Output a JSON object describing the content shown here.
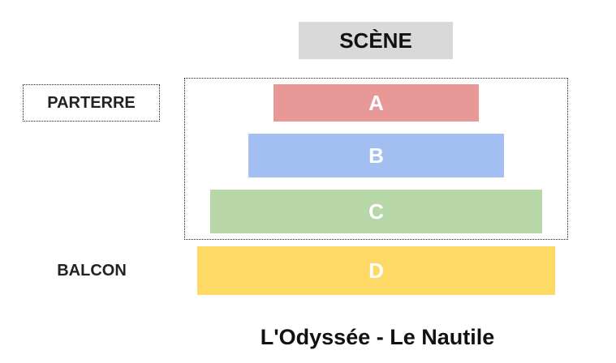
{
  "stage_label": "SCÈNE",
  "zones": {
    "parterre": "PARTERRE",
    "balcon": "BALCON"
  },
  "sections": {
    "a": {
      "label": "A",
      "color": "#e99898"
    },
    "b": {
      "label": "B",
      "color": "#a3bff2"
    },
    "c": {
      "label": "C",
      "color": "#b7d7a8"
    },
    "d": {
      "label": "D",
      "color": "#fed966"
    }
  },
  "venue_title": "L'Odyssée - Le Nautile"
}
